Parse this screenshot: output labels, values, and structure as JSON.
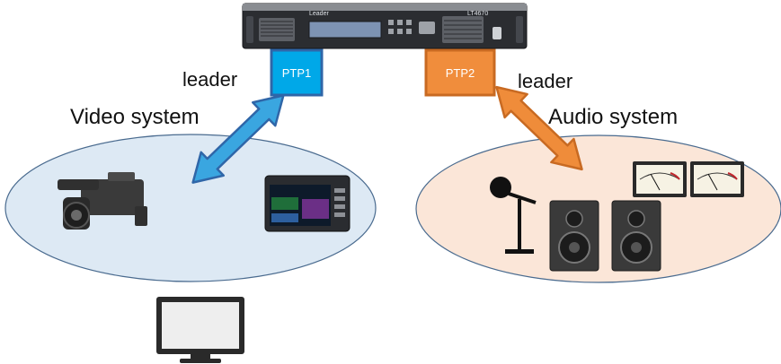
{
  "device": {
    "brand": "Leader",
    "model": "LT4670"
  },
  "ptp1": {
    "label": "PTP1",
    "role": "leader"
  },
  "ptp2": {
    "label": "PTP2",
    "role": "leader"
  },
  "video": {
    "label": "Video system"
  },
  "audio": {
    "label": "Audio system"
  },
  "colors": {
    "ptp1_fill": "#00a8e8",
    "ptp1_border": "#2f66a8",
    "ptp2_fill": "#f08d3c",
    "ptp2_border": "#c86a22",
    "video_ellipse": "#dde9f4",
    "audio_ellipse": "#fbe6d8",
    "arrow_blue": "#3aa6e0",
    "arrow_orange": "#ef8c3a"
  }
}
